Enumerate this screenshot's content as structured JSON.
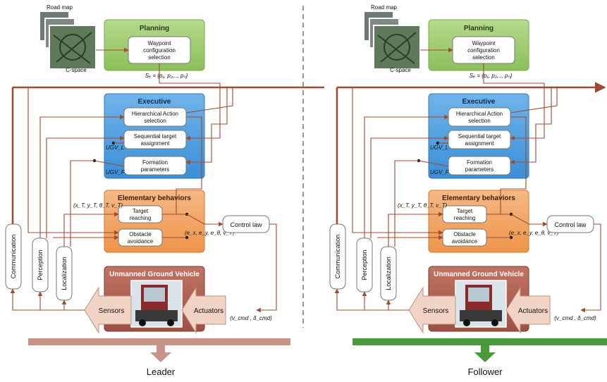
{
  "leader": {
    "caption": "Leader",
    "road_map_label": "Road map",
    "cspace_label": "C-space",
    "planning": {
      "title": "Planning",
      "box": [
        "Waypoint",
        "configuration",
        "selection"
      ]
    },
    "sg_formula": "Sₑ = {p₁, p₂,.., pₙ}",
    "executive": {
      "title": "Executive",
      "hier": [
        "Hierarchical Action",
        "selection"
      ],
      "seq": [
        "Sequential target",
        "assignment"
      ],
      "form": [
        "Formation",
        "parameters"
      ]
    },
    "ugv_l": "UGV_L",
    "ugv_f": "UGV_F",
    "elementary": {
      "title": "Elementary behaviors",
      "target": [
        "Target",
        "reaching"
      ],
      "obstacle": [
        "Obstacle",
        "avoidance"
      ]
    },
    "xy_label": "(x_T, y_T, θ_T, v_T)",
    "err_label": "(e_x, e_y, e_θ, v_T)",
    "control_law": "Control law",
    "side_labels": {
      "communication": "Communication",
      "perception": "Perception",
      "localization": "Localization"
    },
    "ugv_title": "Unmanned Ground Vehicle",
    "sensors": "Sensors",
    "actuators": "Actuators",
    "cmd_label": "(v_cmd , δ_cmd)",
    "bar_color": "#c8948a"
  },
  "follower": {
    "caption": "Follower",
    "road_map_label": "Road map",
    "cspace_label": "C-space",
    "planning": {
      "title": "Planning",
      "box": [
        "Waypoint",
        "configuration",
        "selection"
      ]
    },
    "sg_formula": "Sₑ = {p₁, p₂,.., pₙ}",
    "executive": {
      "title": "Executive",
      "hier": [
        "Hierarchical Action",
        "selection"
      ],
      "seq": [
        "Sequential target",
        "assignment"
      ],
      "form": [
        "Formation",
        "parameters"
      ]
    },
    "ugv_l": "UGV_L",
    "ugv_f": "UGV_F",
    "elementary": {
      "title": "Elementary behaviors",
      "target": [
        "Target",
        "reaching"
      ],
      "obstacle": [
        "Obstacle",
        "avoidance"
      ]
    },
    "xy_label": "(x_T, y_T, θ_T, v_T)",
    "err_label": "(e_x, e_y, e_θ, v_T)",
    "control_law": "Control law",
    "side_labels": {
      "communication": "Communication",
      "perception": "Perception",
      "localization": "Localization"
    },
    "ugv_title": "Unmanned Ground Vehicle",
    "sensors": "Sensors",
    "actuators": "Actuators",
    "cmd_label": "(v_cmd , δ_cmd)",
    "bar_color": "#4a9a3c"
  },
  "colors": {
    "planning": "#9ccb6a",
    "executive": "#4d9fe0",
    "elementary": "#f3a35e",
    "ugv": "#b25f4e",
    "arrow": "#a04a30"
  }
}
